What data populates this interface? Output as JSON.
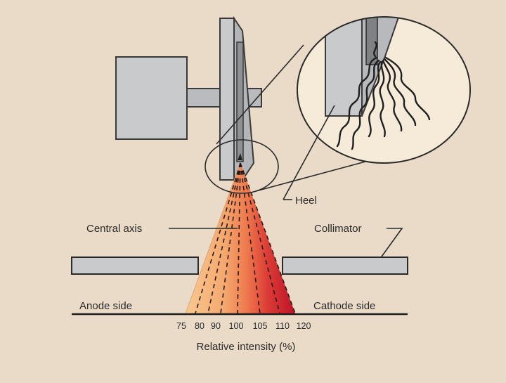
{
  "diagram": {
    "labels": {
      "heel": "Heel",
      "central_axis": "Central axis",
      "collimator": "Collimator",
      "anode_side": "Anode side",
      "cathode_side": "Cathode side",
      "axis_title": "Relative intensity (%)"
    },
    "intensity_ticks": [
      "75",
      "80",
      "90",
      "100",
      "105",
      "110",
      "120"
    ]
  },
  "colors": {
    "background": "#eadbc8",
    "gray_panel": "#c8cacc",
    "beam_anode": "#f7bd82",
    "beam_center": "#f08a55",
    "beam_cathode": "#c2182c"
  }
}
